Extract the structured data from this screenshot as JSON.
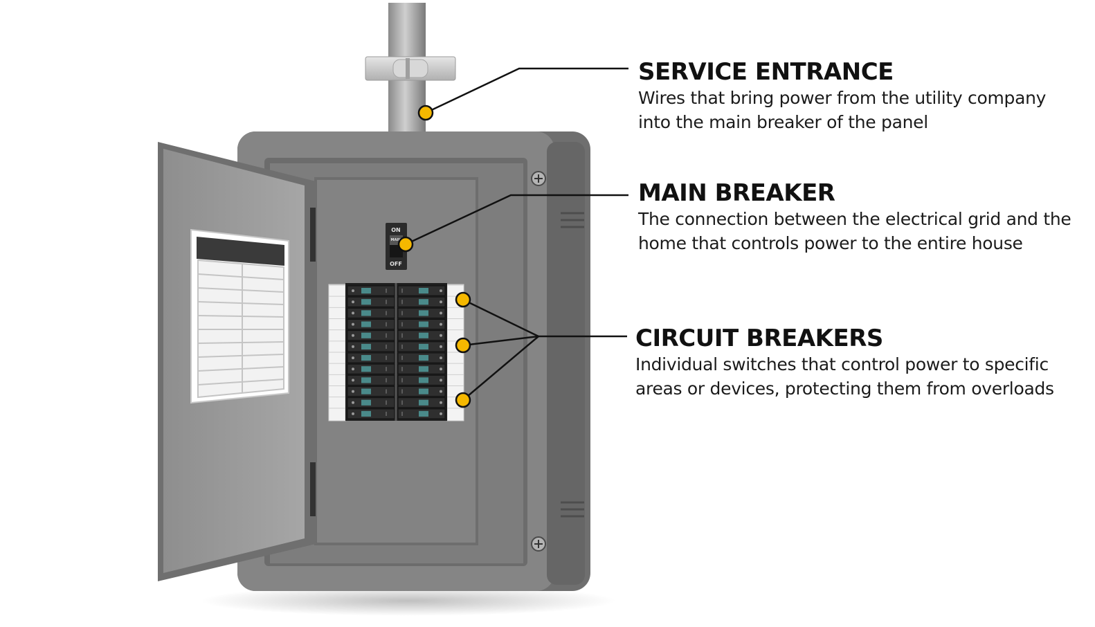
{
  "callouts": {
    "service_entrance": {
      "title": "SERVICE ENTRANCE",
      "description": "Wires that bring power from the utility company into the main breaker of the panel"
    },
    "main_breaker": {
      "title": "MAIN BREAKER",
      "description": "The connection between the electrical grid and the home that controls power to the entire house"
    },
    "circuit_breakers": {
      "title": "CIRCUIT BREAKERS",
      "description": "Individual switches that control power to specific areas or devices, protecting them from overloads"
    }
  },
  "main_switch": {
    "on_label": "ON",
    "off_label": "OFF",
    "tag": "MAIN"
  },
  "colors": {
    "marker": "#f5b800",
    "leader": "#111111",
    "panel": "#7c7c7c",
    "panel_dark": "#6a6a6a",
    "breaker": "#2a2a2a",
    "breaker_accent": "#4a8a8a"
  },
  "breaker_rows": 12
}
